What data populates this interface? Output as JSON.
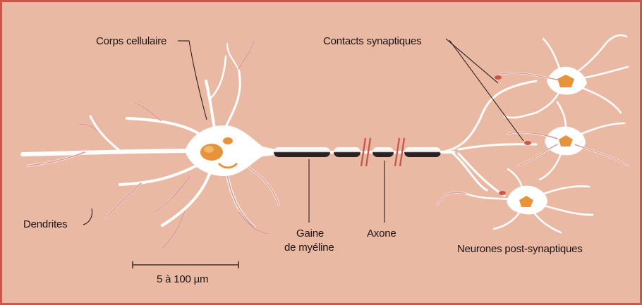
{
  "labels": {
    "cell_body": "Corps cellulaire",
    "synaptic_contacts": "Contacts synaptiques",
    "dendrites": "Dendrites",
    "myelin_line1": "Gaine",
    "myelin_line2": "de myéline",
    "axon": "Axone",
    "post_neurons": "Neurones post-synaptiques",
    "scale": "5 à 100 µm"
  },
  "colors": {
    "background": "#eab9a4",
    "frame": "#c9584b",
    "cell": "#ffffff",
    "dendrite_tint": "#d7827a",
    "nucleus": "#e7933c",
    "myelin": "#2a2222",
    "text": "#1c1412"
  }
}
